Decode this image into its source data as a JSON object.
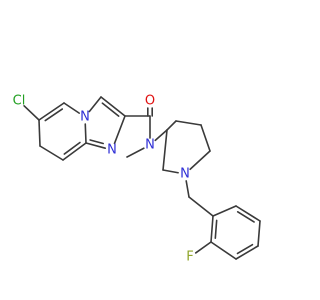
{
  "molecule": {
    "atoms": [
      {
        "id": "cl",
        "element": "Cl",
        "label": "Cl",
        "color": "#22a022"
      },
      {
        "id": "c6",
        "element": "C",
        "label": ""
      },
      {
        "id": "c5",
        "element": "C",
        "label": ""
      },
      {
        "id": "n4",
        "element": "N",
        "label": "N",
        "color": "#2f2fd6"
      },
      {
        "id": "c8a",
        "element": "C",
        "label": ""
      },
      {
        "id": "c8",
        "element": "C",
        "label": ""
      },
      {
        "id": "c7",
        "element": "C",
        "label": ""
      },
      {
        "id": "c3",
        "element": "C",
        "label": ""
      },
      {
        "id": "c2",
        "element": "C",
        "label": ""
      },
      {
        "id": "n1",
        "element": "N",
        "label": "N",
        "color": "#2f2fd6"
      },
      {
        "id": "camide",
        "element": "C",
        "label": ""
      },
      {
        "id": "o",
        "element": "O",
        "label": "O",
        "color": "#e01010"
      },
      {
        "id": "namide",
        "element": "N",
        "label": "N",
        "color": "#2f2fd6"
      },
      {
        "id": "me",
        "element": "C",
        "label": ""
      },
      {
        "id": "p3",
        "element": "C",
        "label": ""
      },
      {
        "id": "p4",
        "element": "C",
        "label": ""
      },
      {
        "id": "p5",
        "element": "C",
        "label": ""
      },
      {
        "id": "p6",
        "element": "C",
        "label": ""
      },
      {
        "id": "np",
        "element": "N",
        "label": "N",
        "color": "#2f2fd6"
      },
      {
        "id": "p2",
        "element": "C",
        "label": ""
      },
      {
        "id": "ch2",
        "element": "C",
        "label": ""
      },
      {
        "id": "b1",
        "element": "C",
        "label": ""
      },
      {
        "id": "b2",
        "element": "C",
        "label": ""
      },
      {
        "id": "f",
        "element": "F",
        "label": "F",
        "color": "#8fa52a"
      },
      {
        "id": "b3",
        "element": "C",
        "label": ""
      },
      {
        "id": "b4",
        "element": "C",
        "label": ""
      },
      {
        "id": "b5",
        "element": "C",
        "label": ""
      },
      {
        "id": "b6",
        "element": "C",
        "label": ""
      }
    ],
    "bonds": [
      {
        "a": "cl",
        "b": "c6",
        "order": 1
      },
      {
        "a": "c6",
        "b": "c5",
        "order": 2
      },
      {
        "a": "c5",
        "b": "n4",
        "order": 1
      },
      {
        "a": "n4",
        "b": "c8a",
        "order": 1
      },
      {
        "a": "c8a",
        "b": "c8",
        "order": 2
      },
      {
        "a": "c8",
        "b": "c7",
        "order": 1
      },
      {
        "a": "c7",
        "b": "c6",
        "order": 1
      },
      {
        "a": "n4",
        "b": "c3",
        "order": 1
      },
      {
        "a": "c3",
        "b": "c2",
        "order": 2
      },
      {
        "a": "c2",
        "b": "n1",
        "order": 1
      },
      {
        "a": "n1",
        "b": "c8a",
        "order": 2
      },
      {
        "a": "c2",
        "b": "camide",
        "order": 1
      },
      {
        "a": "camide",
        "b": "o",
        "order": 2
      },
      {
        "a": "camide",
        "b": "namide",
        "order": 1
      },
      {
        "a": "namide",
        "b": "me",
        "order": 1
      },
      {
        "a": "namide",
        "b": "p3",
        "order": 1
      },
      {
        "a": "p3",
        "b": "p4",
        "order": 1
      },
      {
        "a": "p4",
        "b": "p5",
        "order": 1
      },
      {
        "a": "p5",
        "b": "p6",
        "order": 1
      },
      {
        "a": "p6",
        "b": "np",
        "order": 1
      },
      {
        "a": "np",
        "b": "p2",
        "order": 1
      },
      {
        "a": "p2",
        "b": "p3",
        "order": 1
      },
      {
        "a": "np",
        "b": "ch2",
        "order": 1
      },
      {
        "a": "ch2",
        "b": "b1",
        "order": 1
      },
      {
        "a": "b1",
        "b": "b2",
        "order": 2
      },
      {
        "a": "b2",
        "b": "f",
        "order": 1
      },
      {
        "a": "b2",
        "b": "b3",
        "order": 1
      },
      {
        "a": "b3",
        "b": "b4",
        "order": 2
      },
      {
        "a": "b4",
        "b": "b5",
        "order": 1
      },
      {
        "a": "b5",
        "b": "b6",
        "order": 2
      },
      {
        "a": "b6",
        "b": "b1",
        "order": 1
      }
    ]
  }
}
